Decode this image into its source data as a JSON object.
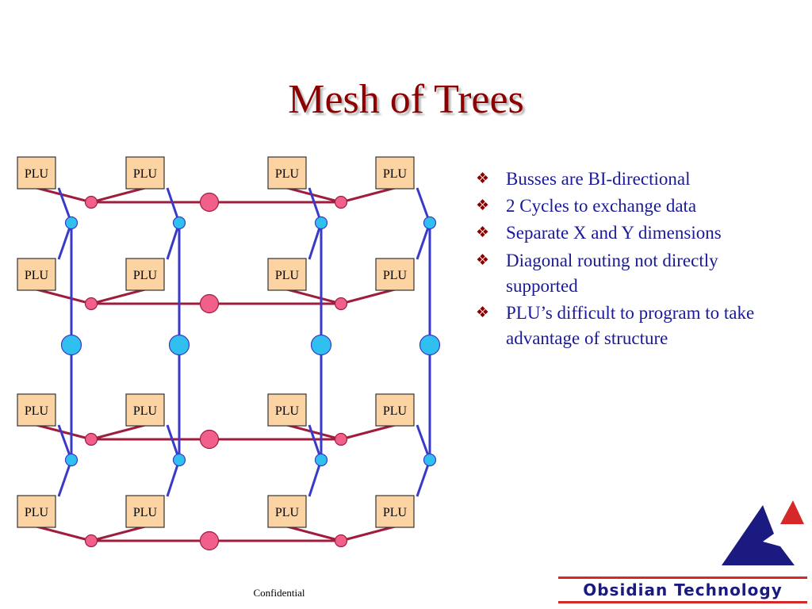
{
  "title": "Mesh of Trees",
  "plu_label": "PLU",
  "bullets": [
    "Busses are BI-directional",
    "2 Cycles to exchange data",
    "Separate X and Y dimensions",
    "Diagonal routing not directly supported",
    "PLU’s difficult to program to take advantage of structure"
  ],
  "footer": "Confidential",
  "brand": "Obsidian Technology",
  "colors": {
    "title": "#8b0000",
    "text": "#1a1a99",
    "plu_fill": "#fcd4a4",
    "x_bus": "#a01c3c",
    "x_node": "#f0608a",
    "y_bus": "#3a3ac8",
    "y_node": "#30c0f0",
    "logo_blue": "#1a1a80",
    "logo_red": "#d62828"
  }
}
